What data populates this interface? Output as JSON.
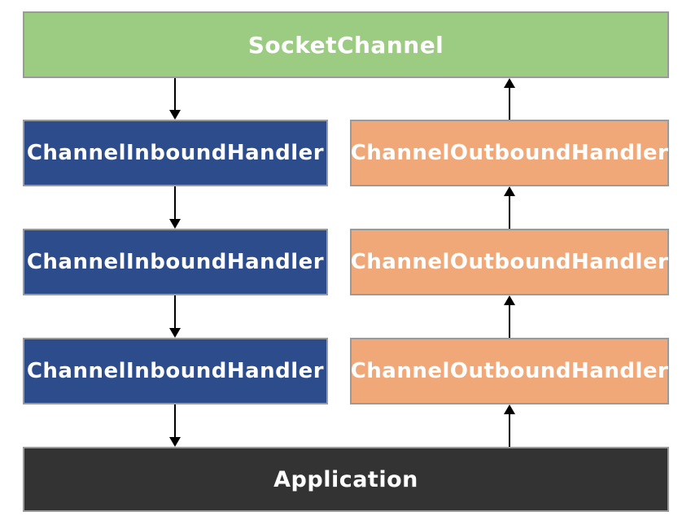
{
  "diagram": {
    "socket_channel": {
      "label": "SocketChannel"
    },
    "inbound_handlers": [
      {
        "label": "ChannelInboundHandler"
      },
      {
        "label": "ChannelInboundHandler"
      },
      {
        "label": "ChannelInboundHandler"
      }
    ],
    "outbound_handlers": [
      {
        "label": "ChannelOutboundHandler"
      },
      {
        "label": "ChannelOutboundHandler"
      },
      {
        "label": "ChannelOutboundHandler"
      }
    ],
    "application": {
      "label": "Application"
    },
    "flow": {
      "inbound_direction": "down",
      "outbound_direction": "up"
    }
  },
  "colors": {
    "socket_channel_bg": "#9CCB82",
    "inbound_bg": "#2C4C8C",
    "outbound_bg": "#F0A878",
    "application_bg": "#333333",
    "box_border": "#9A9A9A",
    "arrow": "#000000",
    "text": "#FFFFFF"
  }
}
